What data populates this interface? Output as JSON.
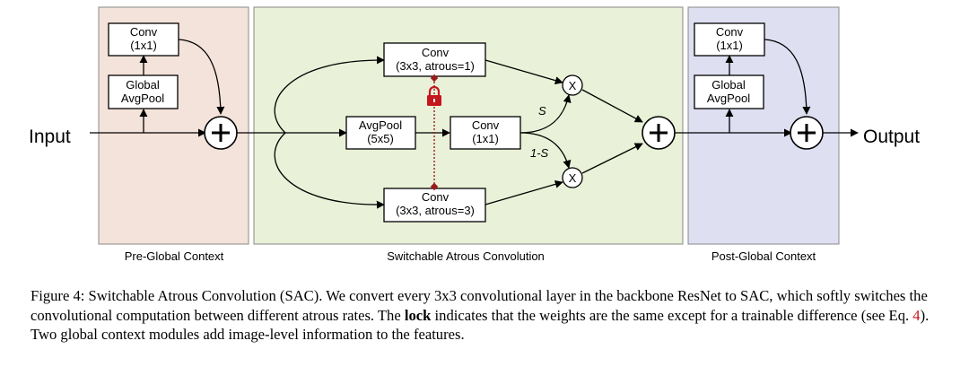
{
  "diagram": {
    "input_label": "Input",
    "output_label": "Output",
    "panels": {
      "pre": "Pre-Global Context",
      "sac": "Switchable Atrous Convolution",
      "post": "Post-Global Context"
    },
    "pre_conv": [
      "Conv",
      "(1x1)"
    ],
    "pre_pool": [
      "Global",
      "AvgPool"
    ],
    "conv_top": [
      "Conv",
      "(3x3, atrous=1)"
    ],
    "avgpool": [
      "AvgPool",
      "(5x5)"
    ],
    "conv_mid": [
      "Conv",
      "(1x1)"
    ],
    "conv_bottom": [
      "Conv",
      "(3x3, atrous=3)"
    ],
    "switch_s": "S",
    "switch_1s": "1-S",
    "mult_symbol": "X",
    "post_conv": [
      "Conv",
      "(1x1)"
    ],
    "post_pool": [
      "Global",
      "AvgPool"
    ],
    "colors": {
      "pre_fill": "#f4e3da",
      "sac_fill": "#e9f1d8",
      "post_fill": "#dedff1",
      "lock": "#c4161c",
      "lock_line": "#9b1b1b"
    }
  },
  "caption": {
    "part1": "Figure 4: Switchable Atrous Convolution (SAC). We convert every 3x3 convolutional layer in the backbone ResNet to SAC, which softly switches the convolutional computation between different atrous rates. The ",
    "bold": "lock",
    "part2": " indicates that the weights are the same except for a trainable difference (see Eq. ",
    "ref": "4",
    "part3": "). Two global context modules add image-level information to the features."
  }
}
